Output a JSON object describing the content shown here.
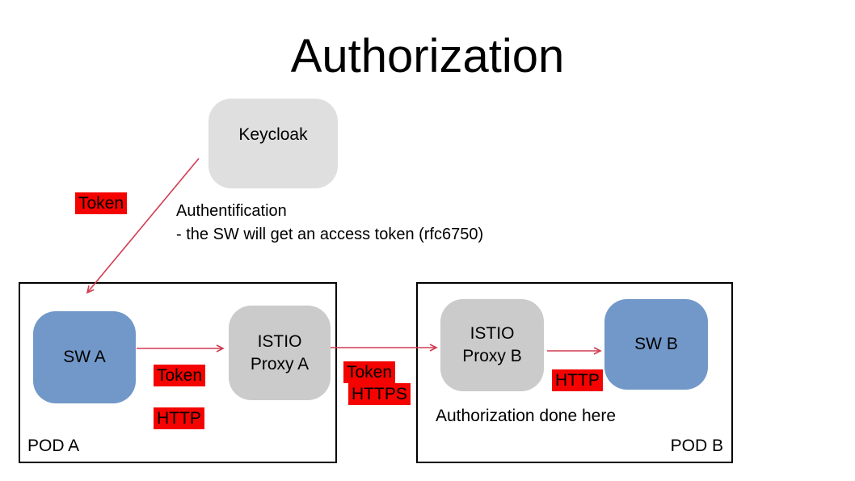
{
  "title": "Authorization",
  "colors": {
    "label-red": "#f40300",
    "arrow-red": "#d23b50",
    "box-blue": "#7198c8",
    "gray-light": "#dfdfdf",
    "gray-mid": "#cbcbcb",
    "pod-border": "#000000",
    "ink": "#000000"
  },
  "keycloak": {
    "label": "Keycloak"
  },
  "auth_note": {
    "line1": "Authentification",
    "line2": "- the SW will get an access token (rfc6750)"
  },
  "labels": {
    "token_keycloak": "Token",
    "token_pod_a": "Token",
    "http_pod_a": "HTTP",
    "token_gap": "Token",
    "https_gap": "HTTPS",
    "http_pod_b": "HTTP"
  },
  "pod_a": {
    "name": "POD A",
    "sw_label": "SW A",
    "proxy_line1": "ISTIO",
    "proxy_line2": "Proxy A"
  },
  "pod_b": {
    "name": "POD B",
    "sw_label": "SW B",
    "proxy_line1": "ISTIO",
    "proxy_line2": "Proxy B",
    "note": "Authorization done here"
  }
}
